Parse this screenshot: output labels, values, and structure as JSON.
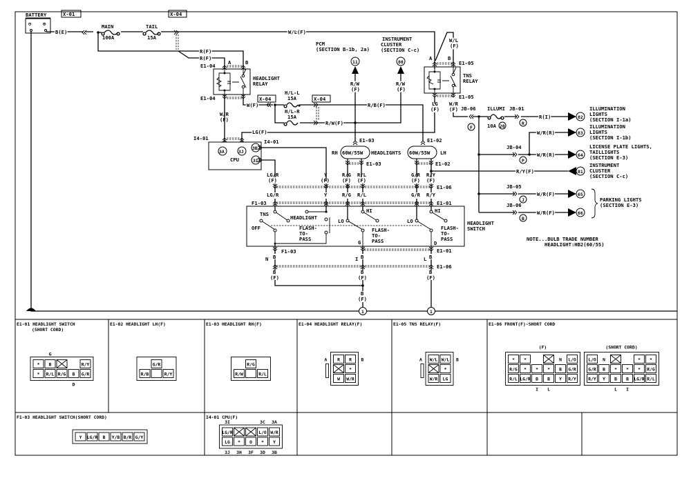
{
  "diagram": {
    "battery": "BATTERY",
    "minus": "⊖",
    "plus": "⊕",
    "b_e": "B(E)",
    "x01": "X-01",
    "x04": "X-04",
    "main": "MAIN",
    "main_amp": "100A",
    "tail": "TAIL",
    "tail_amp": "15A",
    "wl_f": "W/L(F)",
    "r_f": "R(F)",
    "e1_04": "E1-04",
    "a": "A",
    "b": "B",
    "headlight": "HEADLIGHT",
    "relay": "RELAY",
    "w_f": "W(F)",
    "hll": "H/L-L",
    "hlr": "H/L-R",
    "amp15": "15A",
    "wr": "W/R",
    "f": "(F)",
    "rb_f": "R/B(F)",
    "rw_f": "R/W(F)",
    "rw": "R/W",
    "lg_f": "LG(F)",
    "i4_01": "I4-01",
    "cpu": "CPU",
    "pin_3a": "3A",
    "pin_3j": "3J",
    "pin_3b": "3B",
    "pin_3i": "3I",
    "pcm": "PCM",
    "pcm_section": "(SECTION B-1b, 2a)",
    "instrument": "INSTRUMENT",
    "cluster": "CLUSTER",
    "section_cc": "(SECTION C-c)",
    "c11": "11",
    "c80": "80",
    "e1_05": "E1-05",
    "tns": "TNS",
    "wl": "W/L",
    "lg": "LG",
    "e1_03": "E1-03",
    "e1_02": "E1-02",
    "e1_06": "E1-06",
    "e1_01": "E1-01",
    "f1_03": "F1-03",
    "rh": "RH",
    "lh": "LH",
    "bulb": "60W/55W",
    "headlights": "HEADLIGHTS",
    "jb06": "JB-06",
    "jb01": "JB-01",
    "jb04": "JB-04",
    "jb05": "JB-05",
    "illumi": "ILLUMI",
    "amp10": "10A",
    "c20": "20",
    "pin_f": "F",
    "pin_r": "R",
    "pin_p": "P",
    "pin_j": "J",
    "pin_b": "B",
    "r_i": "R(I)",
    "wr_r": "W/R(R)",
    "wr_f": "W/R(F)",
    "ry_f": "R/Y(F)",
    "c82": "82",
    "c83": "83",
    "c64": "64",
    "c81": "81",
    "c65": "65",
    "c66": "66",
    "illumination": "ILLUMINATION",
    "lights": "LIGHTS",
    "section_i1a": "(SECTION I-1a)",
    "section_i1b": "(SECTION I-1b)",
    "license": "LICENSE PLATE LIGHTS,",
    "taillights": "TAILLIGHTS",
    "section_e3": "(SECTION E-3)",
    "parking": "PARKING LIGHTS",
    "lgr": "LG/R",
    "y": "Y",
    "rg": "R/G",
    "rl": "R/L",
    "gr": "G/R",
    "ry": "R/Y",
    "off": "OFF",
    "lo": "LO",
    "hi": "HI",
    "flash": "FLASH-",
    "to": "TO-",
    "pass": "PASS",
    "switch": "SWITCH",
    "pin_g": "G",
    "pin_d": "D",
    "pin_n": "N",
    "pin_i": "I",
    "pin_l": "L",
    "wire_b": "B",
    "ground_1": "1",
    "note1": "NOTE...BULB TRADE NUMBER",
    "note2": "HEADLIGHT:HB2(60/55)"
  },
  "connectors": [
    {
      "title": "E1-01 HEADLIGHT SWITCH",
      "subtitle": "(SHORT CORD)",
      "groups": [
        {
          "rows": [
            [
              "*",
              "B",
              "X",
              null,
              "R/Y"
            ],
            [
              "*",
              "R/L",
              "R/G",
              "B",
              "G/R"
            ]
          ],
          "top": [
            {
              "text": "G",
              "col": 1
            }
          ],
          "bottom": [
            {
              "text": "D",
              "col": 3
            }
          ]
        }
      ]
    },
    {
      "title": "E1-02 HEADLIGHT LH(F)",
      "groups": [
        {
          "rows": [
            [
              null,
              "G/R",
              null
            ],
            [
              "R/B",
              "",
              "R/Y"
            ]
          ]
        }
      ]
    },
    {
      "title": "E1-03 HEADLIGHT RH(F)",
      "groups": [
        {
          "rows": [
            [
              null,
              "R/G",
              null
            ],
            [
              "R/W",
              "",
              "R/L"
            ]
          ]
        }
      ]
    },
    {
      "title": "E1-04 HEADLIGHT RELAY(F)",
      "groups": [
        {
          "rows": [
            [
              "R",
              "R"
            ],
            [
              "X",
              "*"
            ],
            [
              "W",
              "W/R"
            ]
          ],
          "left": "A",
          "right": "B"
        }
      ]
    },
    {
      "title": "E1-05 TNS RELAY(F)",
      "groups": [
        {
          "rows": [
            [
              "W/L",
              "W/L"
            ],
            [
              "X",
              "*"
            ],
            [
              "W/R",
              "LG"
            ]
          ],
          "left": "A",
          "right": "B"
        }
      ]
    },
    {
      "title": "E1-06 FRONT(F)-SHORT CORD",
      "groups": [
        {
          "caption": "(F)",
          "rows": [
            [
              "*",
              "*",
              null,
              "X",
              "N",
              "L/O"
            ],
            [
              "R/G",
              "*",
              "*",
              "*",
              "B",
              "G/R"
            ],
            [
              "R/L",
              "LG/R",
              "B",
              "B",
              "Y",
              "R/Y"
            ]
          ],
          "bottom": [
            {
              "text": "I",
              "col": 2
            },
            {
              "text": "L",
              "col": 3
            }
          ]
        },
        {
          "caption": "(SHORT CORD)",
          "rows": [
            [
              "L/O",
              "N",
              "X",
              null,
              "*",
              "*"
            ],
            [
              "G/R",
              "B",
              "*",
              "*",
              "*",
              "R/G"
            ],
            [
              "R/Y",
              "Y",
              "B",
              "B",
              "LG/R",
              "R/L"
            ]
          ],
          "bottom": [
            {
              "text": "L",
              "col": 2
            },
            {
              "text": "I",
              "col": 3
            }
          ]
        }
      ]
    },
    {
      "title": "F1-03 HEADLIGHT SWITCH(SHORT CORD)",
      "groups": [
        {
          "rows": [
            [
              "Y",
              "LG/R",
              "B",
              "Y/B",
              "B/R",
              "G/Y"
            ]
          ]
        }
      ]
    },
    {
      "title": "I4-01 CPU(F)",
      "groups": [
        {
          "rows": [
            [
              "LG/R",
              "X",
              "X",
              "L/O",
              "W/R"
            ],
            [
              "LG",
              "*",
              "O",
              "*",
              "Y"
            ]
          ],
          "top": [
            {
              "text": "3I",
              "col": 0
            },
            {
              "text": "3C",
              "col": 3
            },
            {
              "text": "3A",
              "col": 4
            }
          ],
          "bottom": [
            {
              "text": "3J",
              "col": 0
            },
            {
              "text": "3H",
              "col": 1
            },
            {
              "text": "3F",
              "col": 2
            },
            {
              "text": "3D",
              "col": 3
            },
            {
              "text": "3B",
              "col": 4
            }
          ]
        }
      ]
    },
    {
      "title": ""
    },
    {
      "title": ""
    },
    {
      "title": ""
    },
    {
      "title": ""
    }
  ]
}
